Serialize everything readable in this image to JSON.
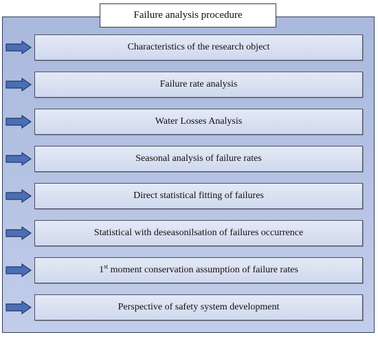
{
  "title": "Failure analysis procedure",
  "steps": [
    {
      "text": "Characteristics of the research object"
    },
    {
      "text": "Failure rate analysis"
    },
    {
      "text": "Water Losses Analysis"
    },
    {
      "text": "Seasonal analysis of failure rates"
    },
    {
      "text": "Direct statistical fitting of failures"
    },
    {
      "text": "Statistical with deseasonilsation of failures occurrence"
    },
    {
      "prefix": "1",
      "sup": "st",
      "text": " moment conservation assumption of failure rates"
    },
    {
      "text": "Perspective of safety system development"
    }
  ],
  "colors": {
    "frame_fill": "#b3c1e3",
    "box_fill": "#dde3f2",
    "arrow_fill": "#4a6fb5",
    "arrow_stroke": "#25356a"
  }
}
